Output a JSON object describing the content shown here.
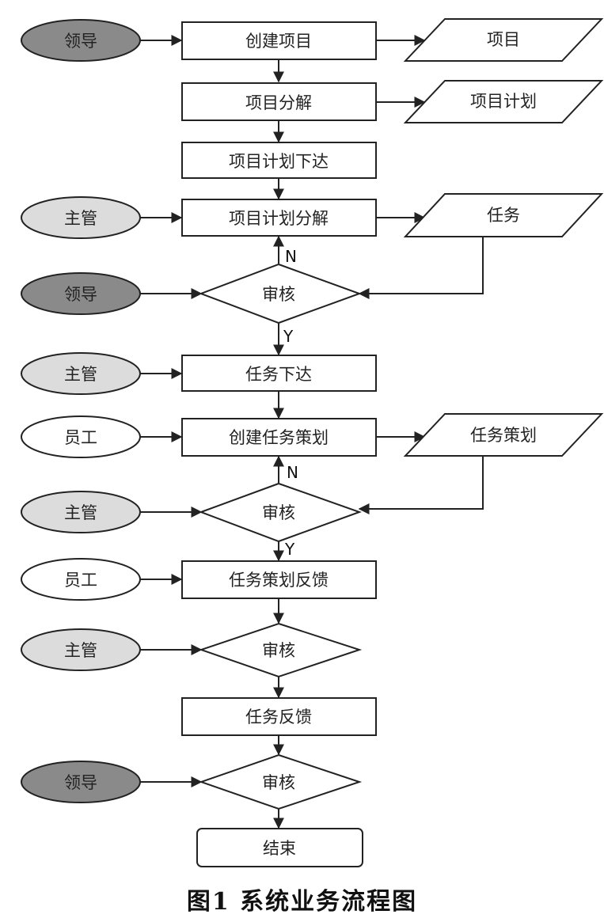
{
  "colors": {
    "leader_fill": "#8a8a8a",
    "supervisor_fill": "#dcdcdc",
    "employee_fill": "#ffffff"
  },
  "actors": [
    {
      "name": "领导",
      "role": "leader"
    },
    {
      "name": "主管",
      "role": "supervisor"
    },
    {
      "name": "领导",
      "role": "leader"
    },
    {
      "name": "主管",
      "role": "supervisor"
    },
    {
      "name": "员工",
      "role": "employee"
    },
    {
      "name": "主管",
      "role": "supervisor"
    },
    {
      "name": "员工",
      "role": "employee"
    },
    {
      "name": "主管",
      "role": "supervisor"
    },
    {
      "name": "领导",
      "role": "leader"
    }
  ],
  "process_steps": [
    "创建项目",
    "项目分解",
    "项目计划下达",
    "项目计划分解",
    "任务下达",
    "创建任务策划",
    "任务策划反馈",
    "任务反馈"
  ],
  "decisions": [
    "审核",
    "审核",
    "审核",
    "审核"
  ],
  "outputs": [
    "项目",
    "项目计划",
    "任务",
    "任务策划"
  ],
  "end_label": "结束",
  "yes_label": "Y",
  "no_label": "N",
  "caption": "图1   系统业务流程图"
}
